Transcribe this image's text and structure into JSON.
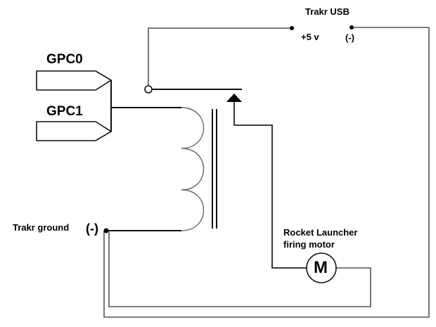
{
  "diagram": {
    "type": "relay-wiring-schematic",
    "labels": {
      "trakr_usb": "Trakr USB",
      "plus_5v": "+5 v",
      "usb_negative": "(-)",
      "gpc0": "GPC0",
      "gpc1": "GPC1",
      "trakr_ground": "Trakr ground",
      "ground_negative": "(-)",
      "motor_title_line1": "Rocket Launcher",
      "motor_title_line2": "firing motor",
      "motor_symbol": "M"
    },
    "components": [
      {
        "id": "gpc0-connector",
        "kind": "connector",
        "label": "GPC0"
      },
      {
        "id": "gpc1-connector",
        "kind": "connector",
        "label": "GPC1"
      },
      {
        "id": "relay-coil",
        "kind": "inductor",
        "turns": 3
      },
      {
        "id": "relay-core",
        "kind": "iron-core"
      },
      {
        "id": "relay-switch",
        "kind": "spst-switch"
      },
      {
        "id": "motor",
        "kind": "dc-motor",
        "label": "M"
      },
      {
        "id": "usb-5v-terminal",
        "kind": "terminal",
        "label": "+5 v"
      },
      {
        "id": "usb-neg-terminal",
        "kind": "terminal",
        "label": "(-)"
      },
      {
        "id": "ground-terminal",
        "kind": "terminal",
        "label": "(-)"
      }
    ],
    "colors": {
      "line": "#555555",
      "ink": "#000000",
      "background": "#ffffff"
    }
  }
}
